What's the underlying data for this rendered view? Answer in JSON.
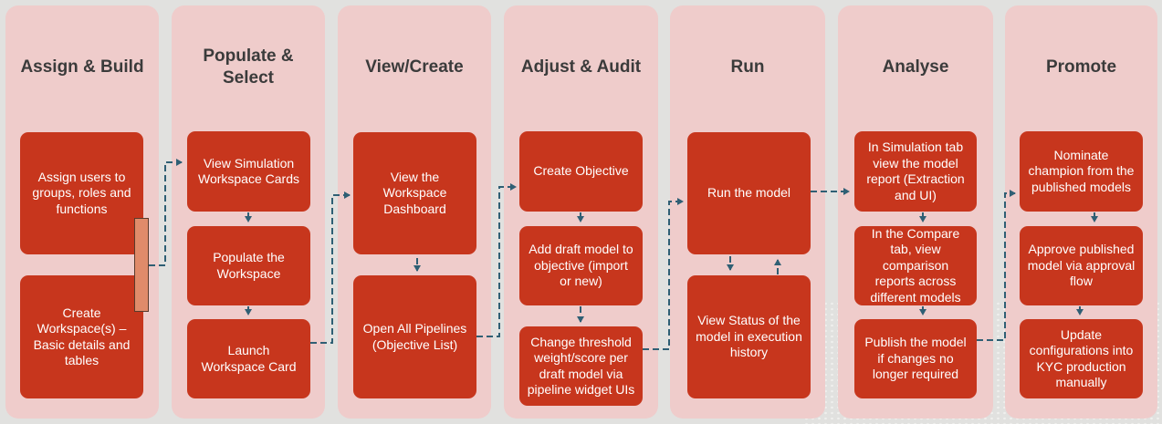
{
  "columns": [
    {
      "title": "Assign & Build",
      "boxes": [
        "Assign users to groups, roles and functions",
        "Create Workspace(s) – Basic details and tables"
      ]
    },
    {
      "title": "Populate & Select",
      "boxes": [
        "View Simulation Workspace Cards",
        "Populate the Workspace",
        "Launch Workspace Card"
      ]
    },
    {
      "title": "View/Create",
      "boxes": [
        "View the Workspace Dashboard",
        "Open All Pipelines (Objective List)"
      ]
    },
    {
      "title": "Adjust & Audit",
      "boxes": [
        "Create Objective",
        "Add draft model to objective (import or new)",
        "Change threshold weight/score per draft model via pipeline widget UIs"
      ]
    },
    {
      "title": "Run",
      "boxes": [
        "Run the model",
        "View Status of the model in execution history"
      ]
    },
    {
      "title": "Analyse",
      "boxes": [
        "In Simulation tab view the model report (Extraction and UI)",
        "In the Compare tab, view comparison reports across different models",
        "Publish the model if changes no longer required"
      ]
    },
    {
      "title": "Promote",
      "boxes": [
        "Nominate champion from the published models",
        "Approve published model via approval flow",
        "Update configurations into KYC production manually"
      ]
    }
  ],
  "colors": {
    "background": "#e1e1df",
    "column": "#efcccb",
    "box": "#c7361d",
    "arrow": "#2f5f74",
    "bar": "#e08b6a"
  }
}
